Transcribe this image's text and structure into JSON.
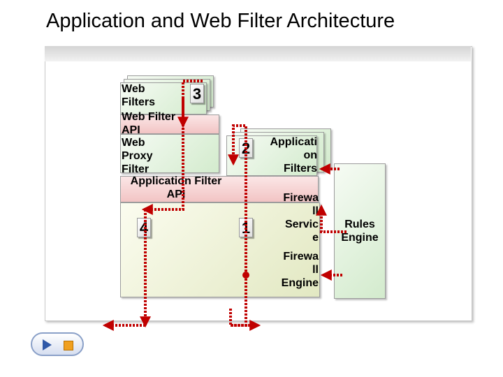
{
  "slide": {
    "title": "Application and Web Filter Architecture"
  },
  "diagram": {
    "web_filters": {
      "label": "Web\nFilters",
      "step": "3"
    },
    "web_filter_api": {
      "label": "Web Filter\nAPI"
    },
    "web_proxy_filter": {
      "label": "Web\nProxy\nFilter"
    },
    "application_filter_api": {
      "label": "Application Filter\nAPI"
    },
    "base": {
      "step": "4"
    },
    "application_filters": {
      "label": "Applicati\non\nFilters",
      "step": "2"
    },
    "firewall_service": {
      "label": "Firewa\nll\nServic\ne",
      "step": "1"
    },
    "firewall_engine": {
      "label": "Firewa\nll\nEngine"
    },
    "rules_engine": {
      "label": "Rules\nEngine"
    }
  },
  "colors": {
    "connector": "#c00000",
    "box_border": "#9c9c9c"
  },
  "nav": {
    "play": "play-icon",
    "stop": "stop-icon"
  }
}
